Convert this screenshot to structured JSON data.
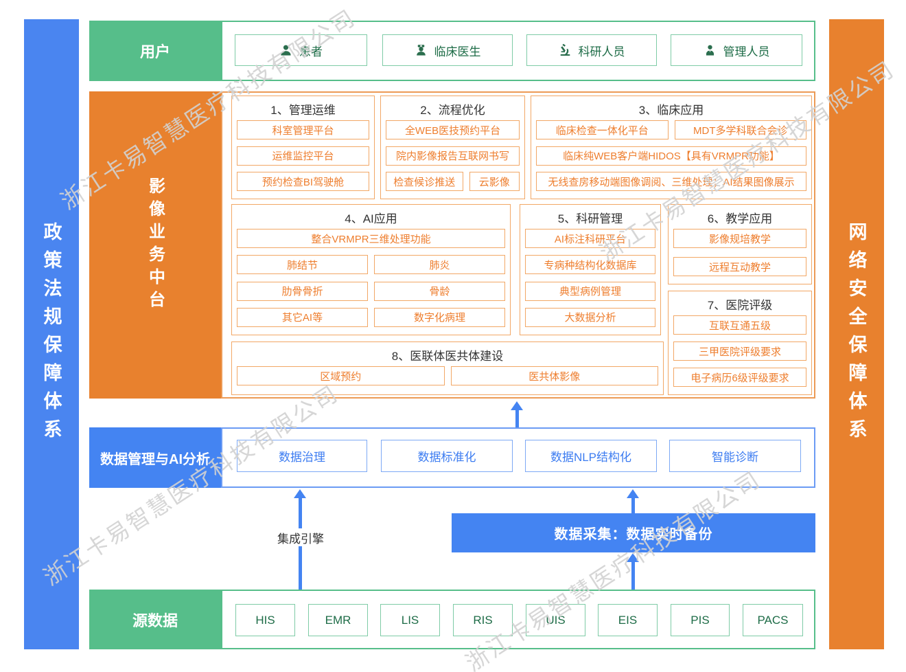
{
  "watermark": {
    "text": "浙江卡易智慧医疗科技有限公司"
  },
  "side_bars": {
    "left": {
      "label": "政策法规保障体系"
    },
    "right": {
      "label": "网络安全保障体系"
    }
  },
  "users_row": {
    "label": "用户",
    "items": [
      {
        "label": "患者",
        "icon": "patient-icon"
      },
      {
        "label": "临床医生",
        "icon": "doctor-icon"
      },
      {
        "label": "科研人员",
        "icon": "microscope-icon"
      },
      {
        "label": "管理人员",
        "icon": "admin-icon"
      }
    ]
  },
  "imaging_platform": {
    "label": "影像业务中台",
    "sections": [
      {
        "title": "1、管理运维",
        "items": [
          "科室管理平台",
          "运维监控平台",
          "预约检查BI驾驶舱"
        ]
      },
      {
        "title": "2、流程优化",
        "items": [
          "全WEB医技预约平台",
          "院内影像报告互联网书写",
          "检查候诊推送",
          "云影像"
        ]
      },
      {
        "title": "3、临床应用",
        "items": [
          "临床检查一体化平台",
          "MDT多学科联合会诊",
          "临床纯WEB客户端HIDOS【具有VRMPR功能】",
          "无线查房移动端图像调阅、三维处理；AI结果图像展示"
        ]
      },
      {
        "title": "4、AI应用",
        "items": [
          "整合VRMPR三维处理功能",
          "肺结节",
          "肺炎",
          "肋骨骨折",
          "骨龄",
          "其它AI等",
          "数字化病理"
        ]
      },
      {
        "title": "5、科研管理",
        "items": [
          "AI标注科研平台",
          "专病种结构化数据库",
          "典型病例管理",
          "大数据分析"
        ]
      },
      {
        "title": "6、教学应用",
        "items": [
          "影像规培教学",
          "远程互动教学"
        ]
      },
      {
        "title": "7、医院评级",
        "items": [
          "互联互通五级",
          "三甲医院评级要求",
          "电子病历6级评级要求"
        ]
      },
      {
        "title": "8、医联体医共体建设",
        "items": [
          "区域预约",
          "医共体影像"
        ]
      }
    ]
  },
  "data_ai_panel": {
    "label": "数据管理与AI分析",
    "items": [
      "数据治理",
      "数据标准化",
      "数据NLP结构化",
      "智能诊断"
    ]
  },
  "flow": {
    "integration_engine": "集成引擎",
    "data_collection": "数据采集：数据实时备份"
  },
  "source_row": {
    "label": "源数据",
    "items": [
      "HIS",
      "EMR",
      "LIS",
      "RIS",
      "UIS",
      "EIS",
      "PIS",
      "PACS"
    ]
  },
  "colors": {
    "green": "#56BE8A",
    "orange": "#E8812E",
    "blue": "#4484F2",
    "orange_text": "#EE7E2E",
    "blue_text": "#3C7CF1",
    "green_text": "#1E6C47",
    "title_text": "#333333",
    "watermark": "#D2D2D2"
  }
}
